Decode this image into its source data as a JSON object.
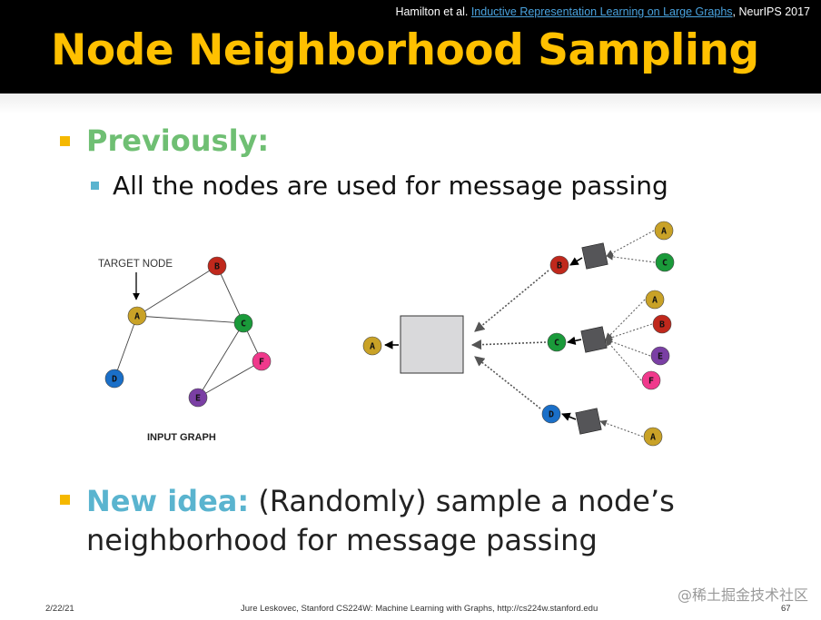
{
  "header": {
    "citation_prefix": "Hamilton et al. ",
    "citation_link": "Inductive Representation Learning on Large Graphs",
    "citation_suffix": ", NeurIPS 2017",
    "title": "Node Neighborhood Sampling"
  },
  "content": {
    "previously": "Previously:",
    "previously_sub": "All the nodes are used for message passing",
    "new_idea_label": "New idea:",
    "new_idea_text": " (Randomly) sample a node’s neighborhood for message passing"
  },
  "diagram": {
    "target_label": "TARGET NODE",
    "input_graph_label": "INPUT GRAPH",
    "nodes": [
      {
        "id": "A",
        "color": "#c9a227"
      },
      {
        "id": "B",
        "color": "#c0281c"
      },
      {
        "id": "C",
        "color": "#1a9a3a"
      },
      {
        "id": "D",
        "color": "#1a6fc8"
      },
      {
        "id": "E",
        "color": "#7a3fa4"
      },
      {
        "id": "F",
        "color": "#f0398c"
      }
    ],
    "edges": [
      [
        "A",
        "B"
      ],
      [
        "A",
        "C"
      ],
      [
        "A",
        "D"
      ],
      [
        "B",
        "C"
      ],
      [
        "C",
        "E"
      ],
      [
        "C",
        "F"
      ],
      [
        "E",
        "F"
      ]
    ],
    "computation_graph": {
      "root": "A",
      "children": [
        {
          "node": "B",
          "neighbors": [
            "A",
            "C"
          ]
        },
        {
          "node": "C",
          "neighbors": [
            "A",
            "B",
            "E",
            "F"
          ]
        },
        {
          "node": "D",
          "neighbors": [
            "A"
          ]
        }
      ]
    }
  },
  "footer": {
    "date": "2/22/21",
    "credit": "Jure Leskovec, Stanford CS224W: Machine Learning with Graphs, http://cs224w.stanford.edu",
    "page": "67",
    "watermark": "@稀土掘金技术社区"
  }
}
